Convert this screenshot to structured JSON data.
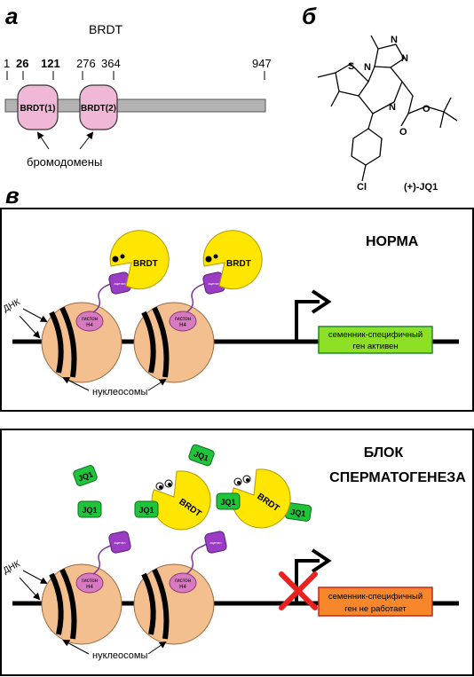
{
  "panels": {
    "a": "а",
    "b": "б",
    "c": "в"
  },
  "brdt": {
    "title": "BRDT",
    "positions": [
      "1",
      "26",
      "121",
      "276",
      "364",
      "947"
    ],
    "domain1": "BRDT(1)",
    "domain2": "BRDT(2)",
    "bromodomains_label": "бромодомены"
  },
  "molecule": {
    "atoms": {
      "N": "N",
      "S": "S",
      "O": "O",
      "Cl": "Cl"
    },
    "name": "(+)-JQ1"
  },
  "normal": {
    "title": "НОРМА",
    "dna_label": "ДНК",
    "histone_label": "гистон",
    "histone_sub": "H4",
    "acetyl_label": "ацетил",
    "brdt_label": "BRDT",
    "nucleosomes_label": "нуклеосомы",
    "gene_line1": "семенник-специфичный",
    "gene_line2": "ген активен"
  },
  "blocked": {
    "title_line1": "БЛОК",
    "title_line2": "СПЕРМАТОГЕНЕЗА",
    "jq1_label": "JQ1",
    "brdt_label": "BRDT",
    "dna_label": "ДНК",
    "histone_label": "гистон",
    "histone_sub": "H4",
    "acetyl_label": "ацетил",
    "nucleosomes_label": "нуклеосомы",
    "gene_line1": "семенник-специфичный",
    "gene_line2": "ген не работает"
  },
  "colors": {
    "protein_bar": "#b3b3b3",
    "bromodomain": "#f0b8d6",
    "nucleosome": "#f3bf8e",
    "histone_tail": "#d87ac0",
    "acetyl": "#9b3dc4",
    "brdt_protein": "#ffe600",
    "gene_active": "#8ee027",
    "gene_inactive": "#f7872a",
    "jq1": "#1fc43a",
    "block_x": "#e8201e"
  }
}
